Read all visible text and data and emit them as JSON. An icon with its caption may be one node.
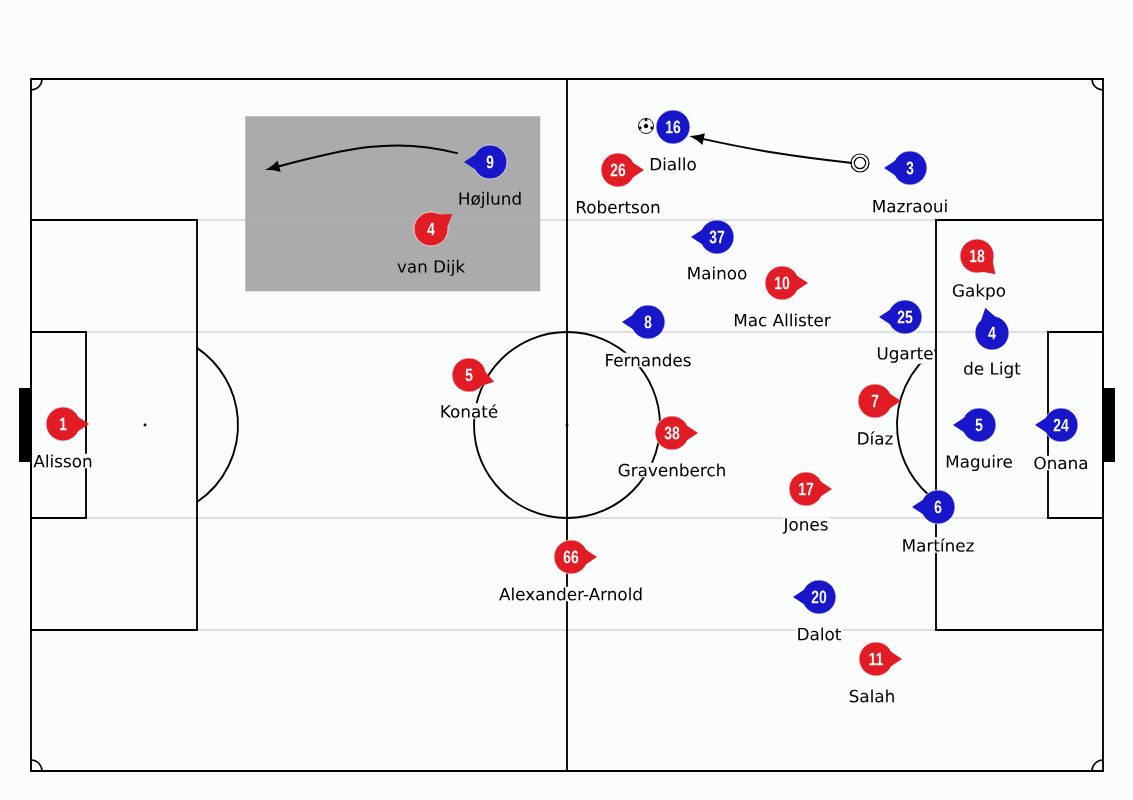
{
  "diagram": {
    "nodes": [
      {
        "text": [],
        "shape": "box"
      },
      {
        "text": [
          "9",
          "Højlund"
        ],
        "in": 0
      },
      {
        "text": [
          "4",
          "van Dijk"
        ],
        "in": 0
      },
      {
        "text": [
          "16",
          "Diallo"
        ]
      },
      {
        "text": [
          "26",
          "Robertson"
        ]
      },
      {
        "text": [],
        "shape": "circle"
      },
      {
        "text": [
          "3",
          "Mazraoui"
        ]
      },
      {
        "text": [
          "37",
          "Mainoo"
        ]
      },
      {
        "text": [
          "18",
          "Gakpo"
        ]
      },
      {
        "text": [
          "10",
          "Mac Allister"
        ]
      },
      {
        "text": [
          "8",
          "Fernandes"
        ]
      },
      {
        "text": [
          "25",
          "Ugarte"
        ]
      },
      {
        "text": [
          "4",
          "de Ligt"
        ]
      },
      {
        "text": [
          "5",
          "Konaté"
        ]
      },
      {
        "text": [
          "7",
          "Díaz"
        ]
      },
      {
        "text": [
          "1",
          "Alisson"
        ]
      },
      {
        "text": [
          "38",
          "Gravenberch"
        ]
      },
      {
        "text": [
          "5",
          "Maguire"
        ]
      },
      {
        "text": [
          "24",
          "Onana"
        ]
      },
      {
        "text": [
          "17",
          "Jones"
        ]
      },
      {
        "text": [
          "6",
          "Martínez"
        ]
      },
      {
        "text": [
          "66",
          "Alexander-Arnold"
        ]
      },
      {
        "text": [
          "20",
          "Dalot"
        ]
      },
      {
        "text": [
          "11",
          "Salah"
        ]
      }
    ],
    "edges": [
      {
        "from": 1,
        "to": null,
        "arrow": "to"
      },
      {
        "from": 5,
        "to": 3,
        "arrow": "to"
      }
    ]
  }
}
